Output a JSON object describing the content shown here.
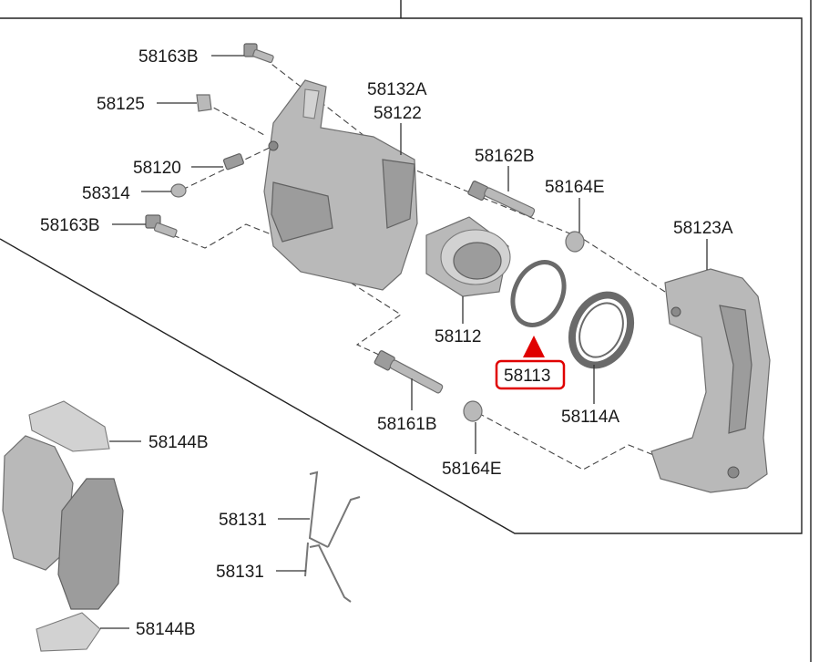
{
  "parts": {
    "p58163B_top": "58163B",
    "p58125": "58125",
    "p58132A": "58132A",
    "p58122": "58122",
    "p58120": "58120",
    "p58314": "58314",
    "p58162B": "58162B",
    "p58164E_top": "58164E",
    "p58163B_mid": "58163B",
    "p58123A": "58123A",
    "p58112": "58112",
    "p58113": "58113",
    "p58114A": "58114A",
    "p58161B": "58161B",
    "p58164E_bot": "58164E",
    "p58144B_top": "58144B",
    "p58131_a": "58131",
    "p58131_b": "58131",
    "p58144B_bot": "58144B"
  },
  "highlight": {
    "part": "58113",
    "color": "#e00000"
  }
}
